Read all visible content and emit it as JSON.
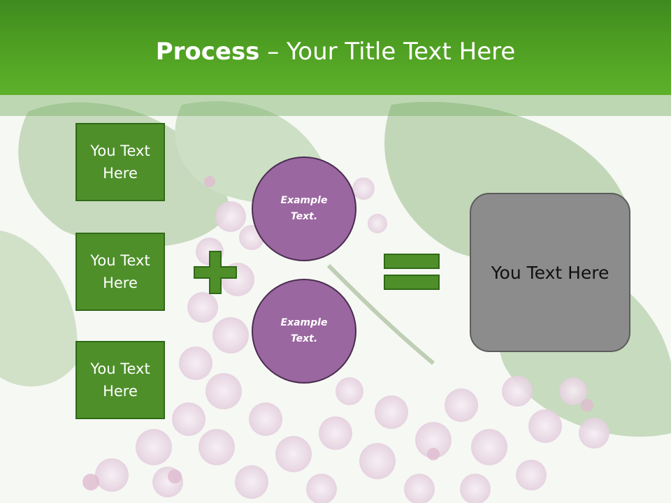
{
  "title": {
    "bold": "Process",
    "rest": " – Your Title Text Here"
  },
  "boxes": [
    {
      "label": "You Text Here"
    },
    {
      "label": "You Text Here"
    },
    {
      "label": "You Text Here"
    }
  ],
  "circles": [
    {
      "label": "Example Text."
    },
    {
      "label": "Example Text."
    }
  ],
  "result": {
    "label": "You Text Here"
  },
  "operators": {
    "plus": "plus-icon",
    "equals": "equals-icon"
  },
  "colors": {
    "title_bar": "#4e9e22",
    "box_fill": "#4e8f2a",
    "circle_fill": "#9a67a0",
    "result_fill": "#8c8c8c"
  }
}
